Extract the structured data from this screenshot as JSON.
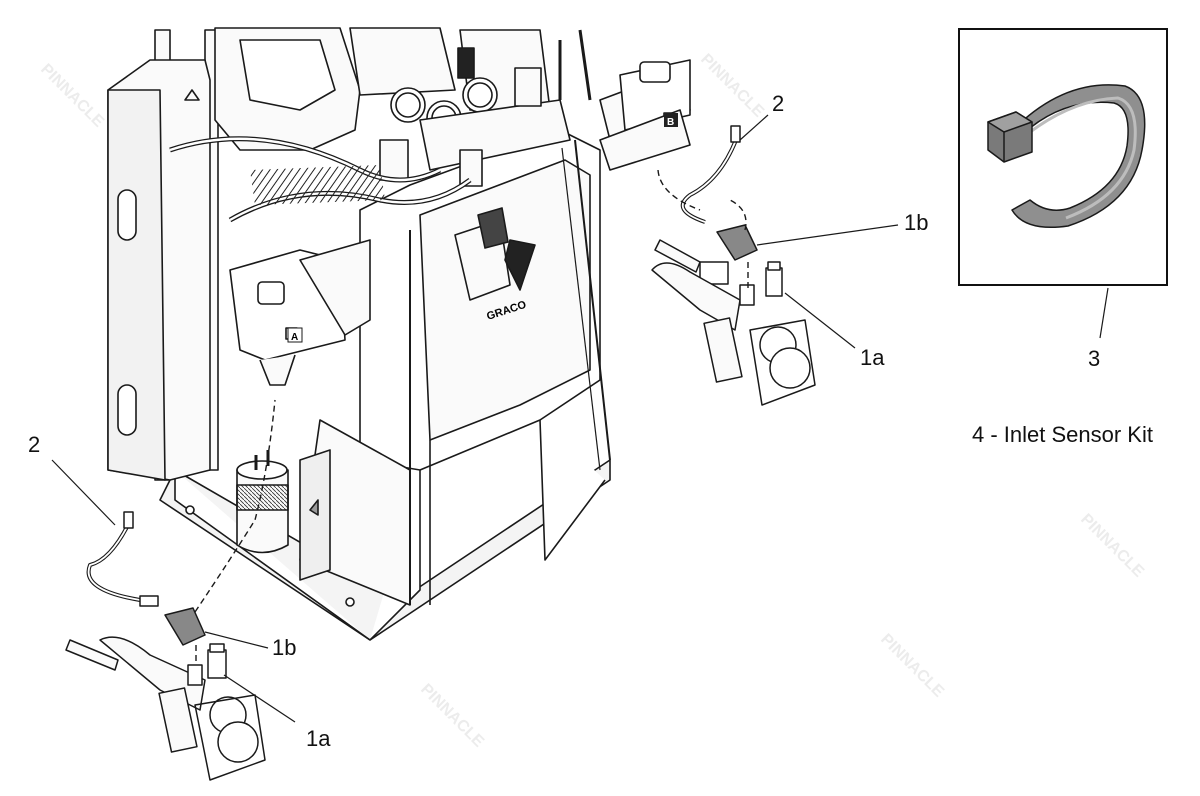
{
  "labels": {
    "l2_top": "2",
    "l1b_top": "1b",
    "l1a_top": "1a",
    "l2_left": "2",
    "l1b_bottom": "1b",
    "l1a_bottom": "1a",
    "l3": "3",
    "l_a": "A",
    "l_b": "B",
    "brand": "GRACO"
  },
  "caption": "4 - Inlet Sensor Kit",
  "watermark": "PINNACLE",
  "colors": {
    "line": "#1a1a1a",
    "fill_light": "#f2f2f2",
    "fill_mid": "#d9d9d9",
    "fill_dark": "#8a8a8a",
    "strap": "#9a9a9a",
    "watermark": "#ececec"
  }
}
